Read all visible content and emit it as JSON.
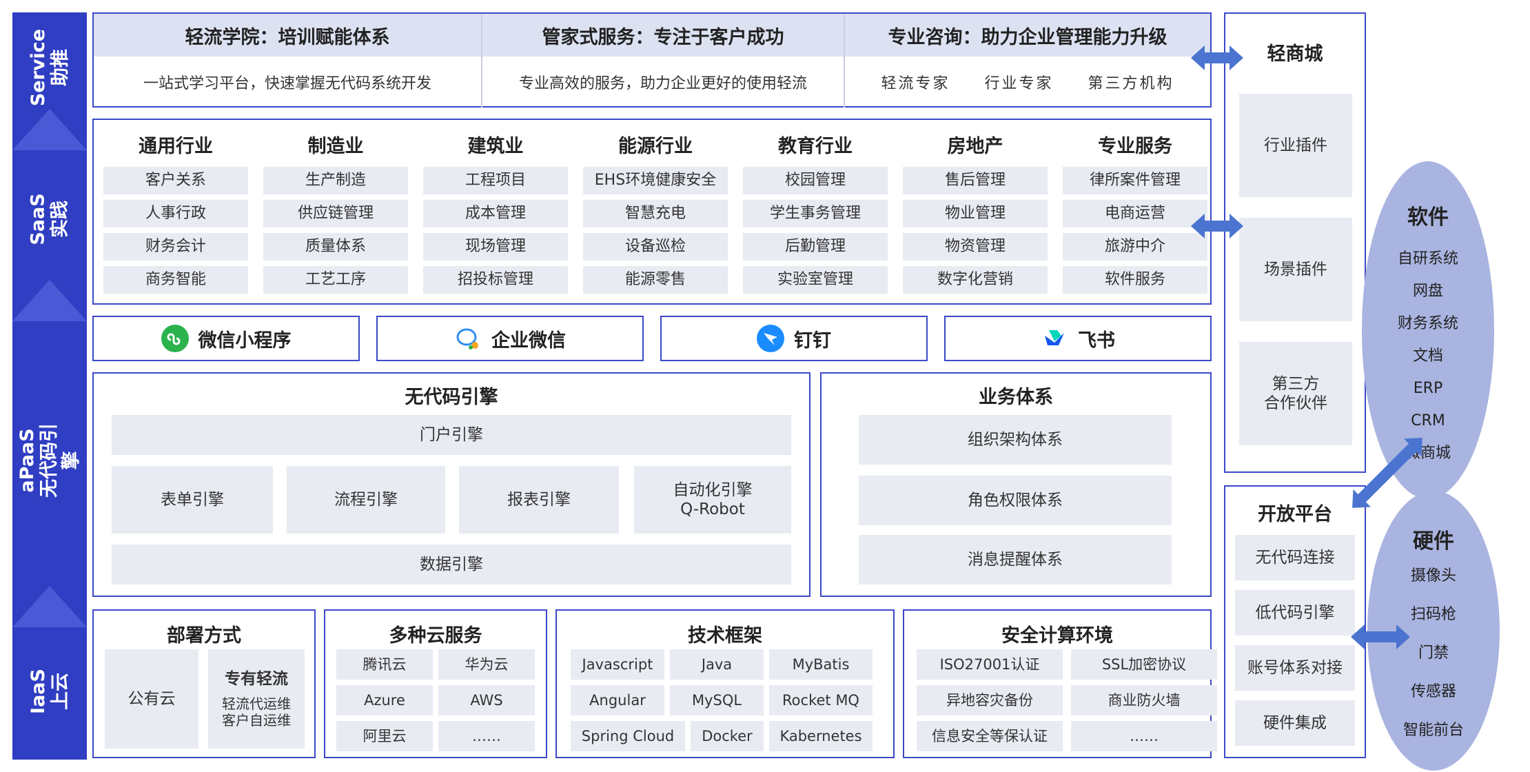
{
  "layers": [
    {
      "label": "Service\n助推"
    },
    {
      "label": "SaaS\n实践"
    },
    {
      "label": "aPaaS\n无代码引擎"
    },
    {
      "label": "IaaS\n上云"
    }
  ],
  "service": {
    "columns": [
      {
        "title": "轻流学院：培训赋能体系",
        "desc": "一站式学习平台，快速掌握无代码系统开发"
      },
      {
        "title": "管家式服务：专注于客户成功",
        "desc": "专业高效的服务，助力企业更好的使用轻流"
      },
      {
        "title": "专业咨询：助力企业管理能力升级",
        "desc": "轻流专家　　行业专家　　第三方机构"
      }
    ]
  },
  "saas": {
    "industries": [
      {
        "name": "通用行业",
        "items": [
          "客户关系",
          "人事行政",
          "财务会计",
          "商务智能"
        ]
      },
      {
        "name": "制造业",
        "items": [
          "生产制造",
          "供应链管理",
          "质量体系",
          "工艺工序"
        ]
      },
      {
        "name": "建筑业",
        "items": [
          "工程项目",
          "成本管理",
          "现场管理",
          "招投标管理"
        ]
      },
      {
        "name": "能源行业",
        "items": [
          "EHS环境健康安全",
          "智慧充电",
          "设备巡检",
          "能源零售"
        ]
      },
      {
        "name": "教育行业",
        "items": [
          "校园管理",
          "学生事务管理",
          "后勤管理",
          "实验室管理"
        ]
      },
      {
        "name": "房地产",
        "items": [
          "售后管理",
          "物业管理",
          "物资管理",
          "数字化营销"
        ]
      },
      {
        "name": "专业服务",
        "items": [
          "律所案件管理",
          "电商运营",
          "旅游中介",
          "软件服务"
        ]
      }
    ]
  },
  "platforms": [
    {
      "name": "微信小程序",
      "icon": "wechat-miniprogram-icon",
      "color": "#2bb24c"
    },
    {
      "name": "企业微信",
      "icon": "wecom-icon",
      "color": "#2d8cf0"
    },
    {
      "name": "钉钉",
      "icon": "dingtalk-icon",
      "color": "#1a8cff"
    },
    {
      "name": "飞书",
      "icon": "feishu-icon",
      "color": "#1456f0"
    }
  ],
  "apaas": {
    "engine_title": "无代码引擎",
    "portal": "门户引擎",
    "engines": [
      "表单引擎",
      "流程引擎",
      "报表引擎",
      "自动化引擎\nQ-Robot"
    ],
    "data": "数据引擎",
    "business_title": "业务体系",
    "business": [
      "组织架构体系",
      "角色权限体系",
      "消息提醒体系"
    ]
  },
  "iaas": {
    "deploy": {
      "title": "部署方式",
      "public": "公有云",
      "private_title": "专有轻流",
      "private_desc": "轻流代运维\n客户自运维"
    },
    "cloud": {
      "title": "多种云服务",
      "items": [
        "腾讯云",
        "华为云",
        "Azure",
        "AWS",
        "阿里云",
        "……"
      ]
    },
    "tech": {
      "title": "技术框架",
      "items": [
        "Javascript",
        "Java",
        "MyBatis",
        "Angular",
        "MySQL",
        "Rocket MQ",
        "Spring Cloud",
        "Docker",
        "Kabernetes"
      ]
    },
    "security": {
      "title": "安全计算环境",
      "items": [
        "ISO27001认证",
        "SSL加密协议",
        "异地容灾备份",
        "商业防火墙",
        "信息安全等保认证",
        "……"
      ]
    }
  },
  "mall": {
    "title": "轻商城",
    "items": [
      "行业插件",
      "场景插件",
      "第三方\n合作伙伴"
    ]
  },
  "open": {
    "title": "开放平台",
    "items": [
      "无代码连接",
      "低代码引擎",
      "账号体系对接",
      "硬件集成"
    ]
  },
  "software": {
    "title": "软件",
    "items": [
      "自研系统",
      "网盘",
      "财务系统",
      "文档",
      "ERP",
      "CRM",
      "微商城"
    ]
  },
  "hardware": {
    "title": "硬件",
    "items": [
      "摄像头",
      "扫码枪",
      "门禁",
      "传感器",
      "智能前台"
    ]
  },
  "colors": {
    "primary": "#2f3ec2",
    "border": "#3b48c8",
    "cell": "#e9ebf3",
    "arrow": "#4a74cf"
  }
}
